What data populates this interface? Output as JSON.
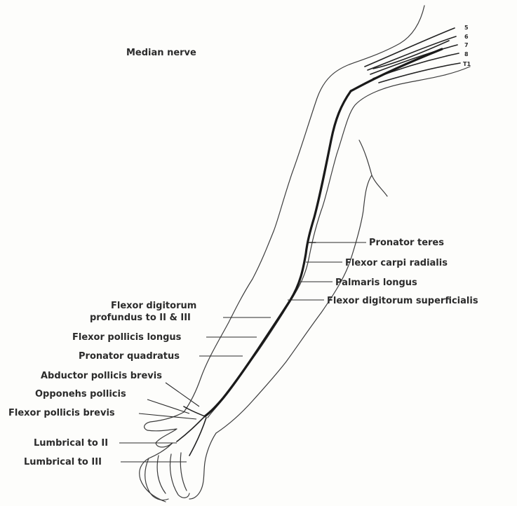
{
  "title": "Median nerve",
  "root_labels": [
    "5",
    "6",
    "7",
    "8",
    "T1"
  ],
  "right_labels": [
    "Pronator teres",
    "Flexor carpi radialis",
    "Palmaris longus",
    "Flexor digitorum superficialis"
  ],
  "left_labels": [
    "Flexor digitorum",
    "profundus to II & III",
    "Flexor pollicis longus",
    "Pronator quadratus",
    "Abductor pollicis brevis",
    "Opponеhs pollicis",
    "Flexor pollicis brevis",
    "Lumbrical to II",
    "Lumbrical to III"
  ],
  "colors": {
    "ink": "#2b2b2b",
    "nerve": "#1a1a1a",
    "background": "#fdfdfb"
  }
}
